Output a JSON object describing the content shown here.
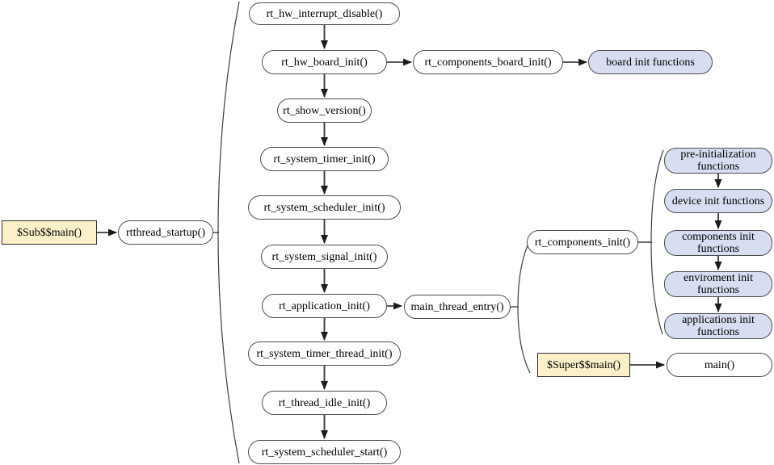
{
  "colors": {
    "node_fill": "#ffffff",
    "node_border": "#4d4d4d",
    "highlight_fill": "#fcf0c9",
    "highlight_border": "#2f2f2f",
    "stage_fill": "#d8def1",
    "edge": "#3d3d3d"
  },
  "nodes": {
    "sub_main": {
      "label": "$Sub$$main()"
    },
    "rtthread_startup": {
      "label": "rtthread_startup()"
    },
    "hw_interrupt_disable": {
      "label": "rt_hw_interrupt_disable()"
    },
    "hw_board_init": {
      "label": "rt_hw_board_init()"
    },
    "components_board_init": {
      "label": "rt_components_board_init()"
    },
    "board_init_functions": {
      "label": "board init functions"
    },
    "show_version": {
      "label": "rt_show_version()"
    },
    "system_timer_init": {
      "label": "rt_system_timer_init()"
    },
    "system_scheduler_init": {
      "label": "rt_system_scheduler_init()"
    },
    "system_signal_init": {
      "label": "rt_system_signal_init()"
    },
    "application_init": {
      "label": "rt_application_init()"
    },
    "main_thread_entry": {
      "label": "main_thread_entry()"
    },
    "components_init": {
      "label": "rt_components_init()"
    },
    "pre_init_functions": {
      "label": "pre-initialization functions"
    },
    "device_init_functions": {
      "label": "device init functions"
    },
    "components_init_functions": {
      "label": "components init functions"
    },
    "enviroment_init_functions": {
      "label": "enviroment init functions"
    },
    "applications_init_functions": {
      "label": "applications init functions"
    },
    "system_timer_thread_init": {
      "label": "rt_system_timer_thread_init()"
    },
    "thread_idle_init": {
      "label": "rt_thread_idle_init()"
    },
    "system_scheduler_start": {
      "label": "rt_system_scheduler_start()"
    },
    "super_main": {
      "label": "$Super$$main()"
    },
    "main": {
      "label": "main()"
    }
  },
  "edges": [
    {
      "from": "sub_main",
      "to": "rtthread_startup",
      "type": "arrow"
    },
    {
      "from": "rtthread_startup",
      "to": "startup-sequence-group",
      "type": "brace"
    },
    {
      "from": "hw_interrupt_disable",
      "to": "hw_board_init",
      "type": "arrow"
    },
    {
      "from": "hw_board_init",
      "to": "components_board_init",
      "type": "arrow"
    },
    {
      "from": "components_board_init",
      "to": "board_init_functions",
      "type": "arrow"
    },
    {
      "from": "hw_board_init",
      "to": "show_version",
      "type": "arrow"
    },
    {
      "from": "show_version",
      "to": "system_timer_init",
      "type": "arrow"
    },
    {
      "from": "system_timer_init",
      "to": "system_scheduler_init",
      "type": "arrow"
    },
    {
      "from": "system_scheduler_init",
      "to": "system_signal_init",
      "type": "arrow"
    },
    {
      "from": "system_signal_init",
      "to": "application_init",
      "type": "arrow"
    },
    {
      "from": "application_init",
      "to": "main_thread_entry",
      "type": "arrow"
    },
    {
      "from": "application_init",
      "to": "system_timer_thread_init",
      "type": "arrow"
    },
    {
      "from": "system_timer_thread_init",
      "to": "thread_idle_init",
      "type": "arrow"
    },
    {
      "from": "thread_idle_init",
      "to": "system_scheduler_start",
      "type": "arrow"
    },
    {
      "from": "main_thread_entry",
      "to": "main-thread-group",
      "type": "brace"
    },
    {
      "from": "components_init",
      "to": "init-stages-group",
      "type": "brace"
    },
    {
      "from": "pre_init_functions",
      "to": "device_init_functions",
      "type": "arrow"
    },
    {
      "from": "device_init_functions",
      "to": "components_init_functions",
      "type": "arrow"
    },
    {
      "from": "components_init_functions",
      "to": "enviroment_init_functions",
      "type": "arrow"
    },
    {
      "from": "enviroment_init_functions",
      "to": "applications_init_functions",
      "type": "arrow"
    },
    {
      "from": "super_main",
      "to": "main",
      "type": "arrow"
    }
  ]
}
